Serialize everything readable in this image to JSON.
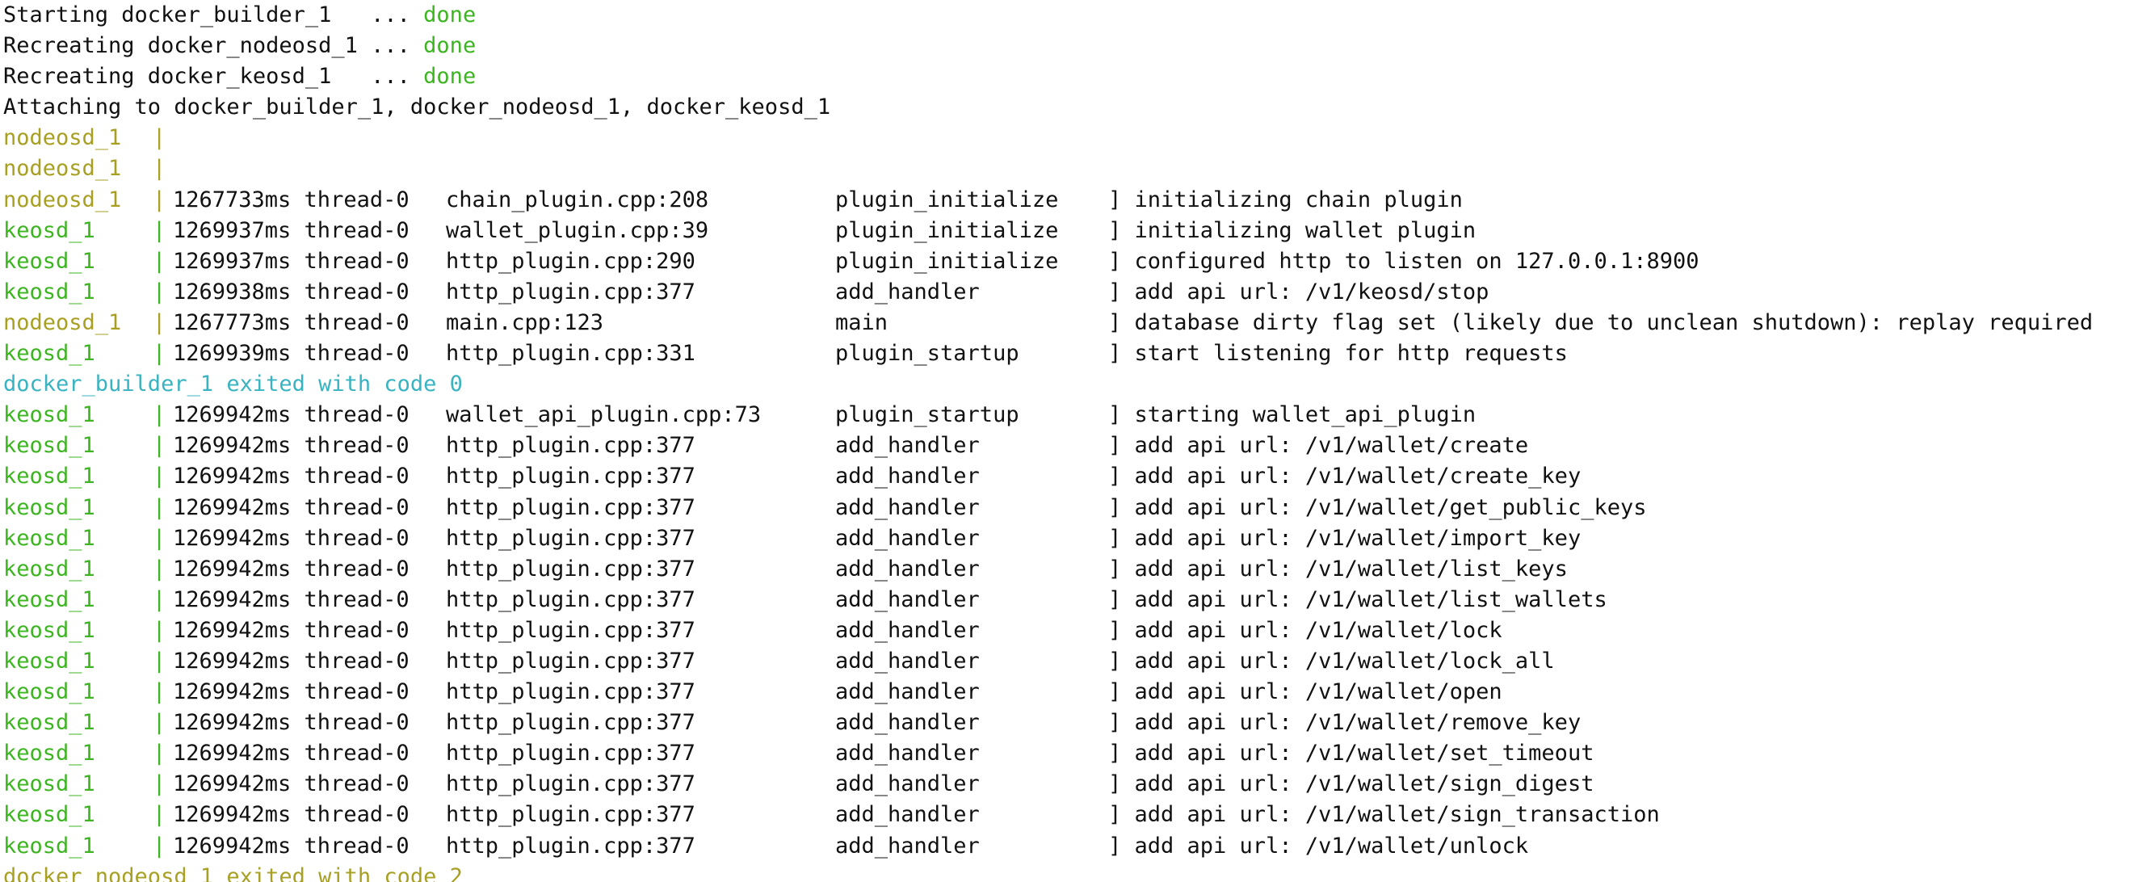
{
  "colors": {
    "default": "#111111",
    "done": "#3cb521",
    "nodeosd": "#a8a023",
    "keosd": "#3cb521",
    "builder_exit": "#38b3c1",
    "nodeosd_exit": "#a8a023"
  },
  "lines": [
    {
      "kind": "status",
      "text": "Starting docker_builder_1   ... ",
      "status": "done"
    },
    {
      "kind": "status",
      "text": "Recreating docker_nodeosd_1 ... ",
      "status": "done"
    },
    {
      "kind": "status",
      "text": "Recreating docker_keosd_1   ... ",
      "status": "done"
    },
    {
      "kind": "plain",
      "text": "Attaching to docker_builder_1, docker_nodeosd_1, docker_keosd_1"
    },
    {
      "kind": "log",
      "svc": "nodeosd_1",
      "pipe": "|",
      "time": "",
      "file": "",
      "func": "",
      "msg": ""
    },
    {
      "kind": "log",
      "svc": "nodeosd_1",
      "pipe": "|",
      "time": "",
      "file": "",
      "func": "",
      "msg": ""
    },
    {
      "kind": "log",
      "svc": "nodeosd_1",
      "pipe": "|",
      "time": "1267733ms thread-0",
      "file": "chain_plugin.cpp:208",
      "func": "plugin_initialize",
      "msg": "] initializing chain plugin"
    },
    {
      "kind": "log",
      "svc": "keosd_1",
      "pipe": "|",
      "time": "1269937ms thread-0",
      "file": "wallet_plugin.cpp:39",
      "func": "plugin_initialize",
      "msg": "] initializing wallet plugin"
    },
    {
      "kind": "log",
      "svc": "keosd_1",
      "pipe": "|",
      "time": "1269937ms thread-0",
      "file": "http_plugin.cpp:290",
      "func": "plugin_initialize",
      "msg": "] configured http to listen on 127.0.0.1:8900"
    },
    {
      "kind": "log",
      "svc": "keosd_1",
      "pipe": "|",
      "time": "1269938ms thread-0",
      "file": "http_plugin.cpp:377",
      "func": "add_handler",
      "msg": "] add api url: /v1/keosd/stop"
    },
    {
      "kind": "log",
      "svc": "nodeosd_1",
      "pipe": "|",
      "time": "1267773ms thread-0",
      "file": "main.cpp:123",
      "func": "main",
      "msg": "] database dirty flag set (likely due to unclean shutdown): replay required"
    },
    {
      "kind": "log",
      "svc": "keosd_1",
      "pipe": "|",
      "time": "1269939ms thread-0",
      "file": "http_plugin.cpp:331",
      "func": "plugin_startup",
      "msg": "] start listening for http requests"
    },
    {
      "kind": "exit",
      "text": "docker_builder_1 exited with code 0",
      "color_key": "builder_exit"
    },
    {
      "kind": "log",
      "svc": "keosd_1",
      "pipe": "|",
      "time": "1269942ms thread-0",
      "file": "wallet_api_plugin.cpp:73",
      "func": "plugin_startup",
      "msg": "] starting wallet_api_plugin"
    },
    {
      "kind": "log",
      "svc": "keosd_1",
      "pipe": "|",
      "time": "1269942ms thread-0",
      "file": "http_plugin.cpp:377",
      "func": "add_handler",
      "msg": "] add api url: /v1/wallet/create"
    },
    {
      "kind": "log",
      "svc": "keosd_1",
      "pipe": "|",
      "time": "1269942ms thread-0",
      "file": "http_plugin.cpp:377",
      "func": "add_handler",
      "msg": "] add api url: /v1/wallet/create_key"
    },
    {
      "kind": "log",
      "svc": "keosd_1",
      "pipe": "|",
      "time": "1269942ms thread-0",
      "file": "http_plugin.cpp:377",
      "func": "add_handler",
      "msg": "] add api url: /v1/wallet/get_public_keys"
    },
    {
      "kind": "log",
      "svc": "keosd_1",
      "pipe": "|",
      "time": "1269942ms thread-0",
      "file": "http_plugin.cpp:377",
      "func": "add_handler",
      "msg": "] add api url: /v1/wallet/import_key"
    },
    {
      "kind": "log",
      "svc": "keosd_1",
      "pipe": "|",
      "time": "1269942ms thread-0",
      "file": "http_plugin.cpp:377",
      "func": "add_handler",
      "msg": "] add api url: /v1/wallet/list_keys"
    },
    {
      "kind": "log",
      "svc": "keosd_1",
      "pipe": "|",
      "time": "1269942ms thread-0",
      "file": "http_plugin.cpp:377",
      "func": "add_handler",
      "msg": "] add api url: /v1/wallet/list_wallets"
    },
    {
      "kind": "log",
      "svc": "keosd_1",
      "pipe": "|",
      "time": "1269942ms thread-0",
      "file": "http_plugin.cpp:377",
      "func": "add_handler",
      "msg": "] add api url: /v1/wallet/lock"
    },
    {
      "kind": "log",
      "svc": "keosd_1",
      "pipe": "|",
      "time": "1269942ms thread-0",
      "file": "http_plugin.cpp:377",
      "func": "add_handler",
      "msg": "] add api url: /v1/wallet/lock_all"
    },
    {
      "kind": "log",
      "svc": "keosd_1",
      "pipe": "|",
      "time": "1269942ms thread-0",
      "file": "http_plugin.cpp:377",
      "func": "add_handler",
      "msg": "] add api url: /v1/wallet/open"
    },
    {
      "kind": "log",
      "svc": "keosd_1",
      "pipe": "|",
      "time": "1269942ms thread-0",
      "file": "http_plugin.cpp:377",
      "func": "add_handler",
      "msg": "] add api url: /v1/wallet/remove_key"
    },
    {
      "kind": "log",
      "svc": "keosd_1",
      "pipe": "|",
      "time": "1269942ms thread-0",
      "file": "http_plugin.cpp:377",
      "func": "add_handler",
      "msg": "] add api url: /v1/wallet/set_timeout"
    },
    {
      "kind": "log",
      "svc": "keosd_1",
      "pipe": "|",
      "time": "1269942ms thread-0",
      "file": "http_plugin.cpp:377",
      "func": "add_handler",
      "msg": "] add api url: /v1/wallet/sign_digest"
    },
    {
      "kind": "log",
      "svc": "keosd_1",
      "pipe": "|",
      "time": "1269942ms thread-0",
      "file": "http_plugin.cpp:377",
      "func": "add_handler",
      "msg": "] add api url: /v1/wallet/sign_transaction"
    },
    {
      "kind": "log",
      "svc": "keosd_1",
      "pipe": "|",
      "time": "1269942ms thread-0",
      "file": "http_plugin.cpp:377",
      "func": "add_handler",
      "msg": "] add api url: /v1/wallet/unlock"
    },
    {
      "kind": "exit",
      "text": "docker_nodeosd_1 exited with code 2",
      "color_key": "nodeosd_exit"
    }
  ]
}
